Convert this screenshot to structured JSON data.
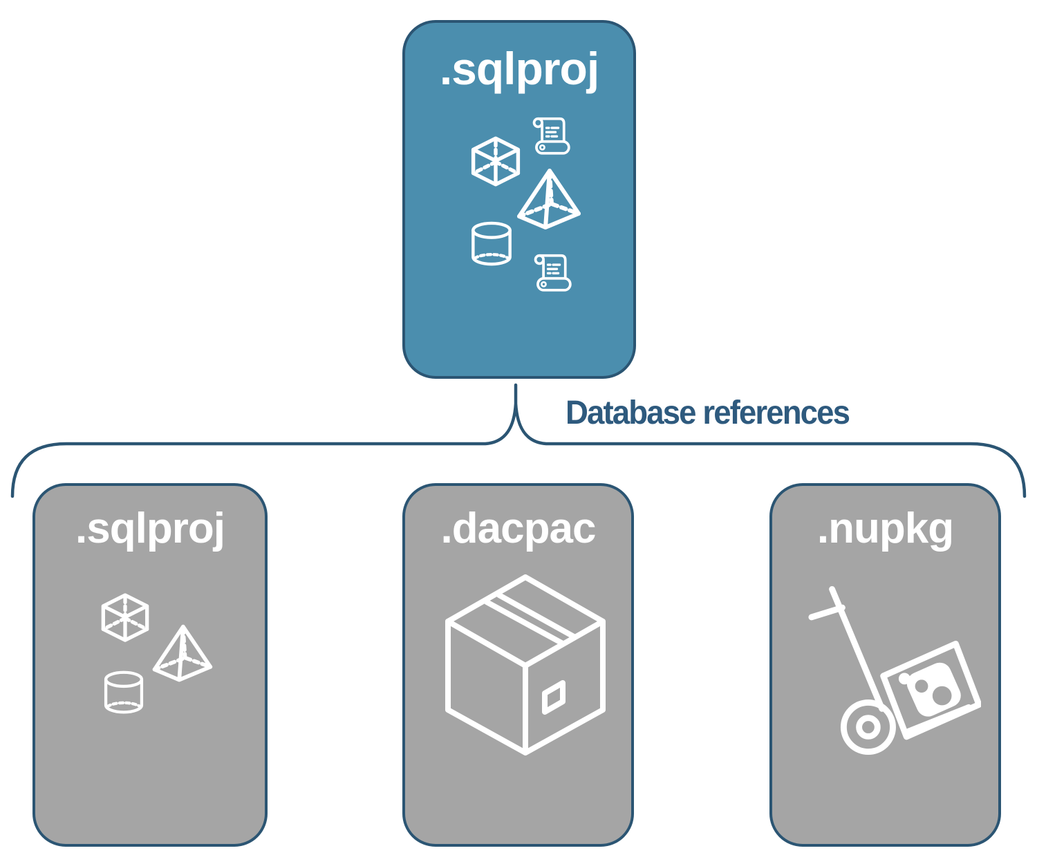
{
  "diagram": {
    "parent_box": {
      "label": ".sqlproj"
    },
    "connector": {
      "label": "Database references"
    },
    "child_boxes": [
      {
        "label": ".sqlproj"
      },
      {
        "label": ".dacpac"
      },
      {
        "label": ".nupkg"
      }
    ],
    "icons": {
      "parent": [
        "cube-icon",
        "scroll-icon",
        "pyramid-icon",
        "cylinder-icon",
        "scroll-icon"
      ],
      "sqlproj_child": [
        "cube-icon",
        "pyramid-icon",
        "cylinder-icon"
      ],
      "dacpac_child": [
        "package-box-icon"
      ],
      "nupkg_child": [
        "hand-truck-nuget-package-icon"
      ]
    },
    "colors": {
      "accent_blue": "#4b8eae",
      "gray": "#a5a5a5",
      "border": "#2b5573",
      "label_text": "#2e5a7e",
      "icon": "#ffffff"
    }
  }
}
